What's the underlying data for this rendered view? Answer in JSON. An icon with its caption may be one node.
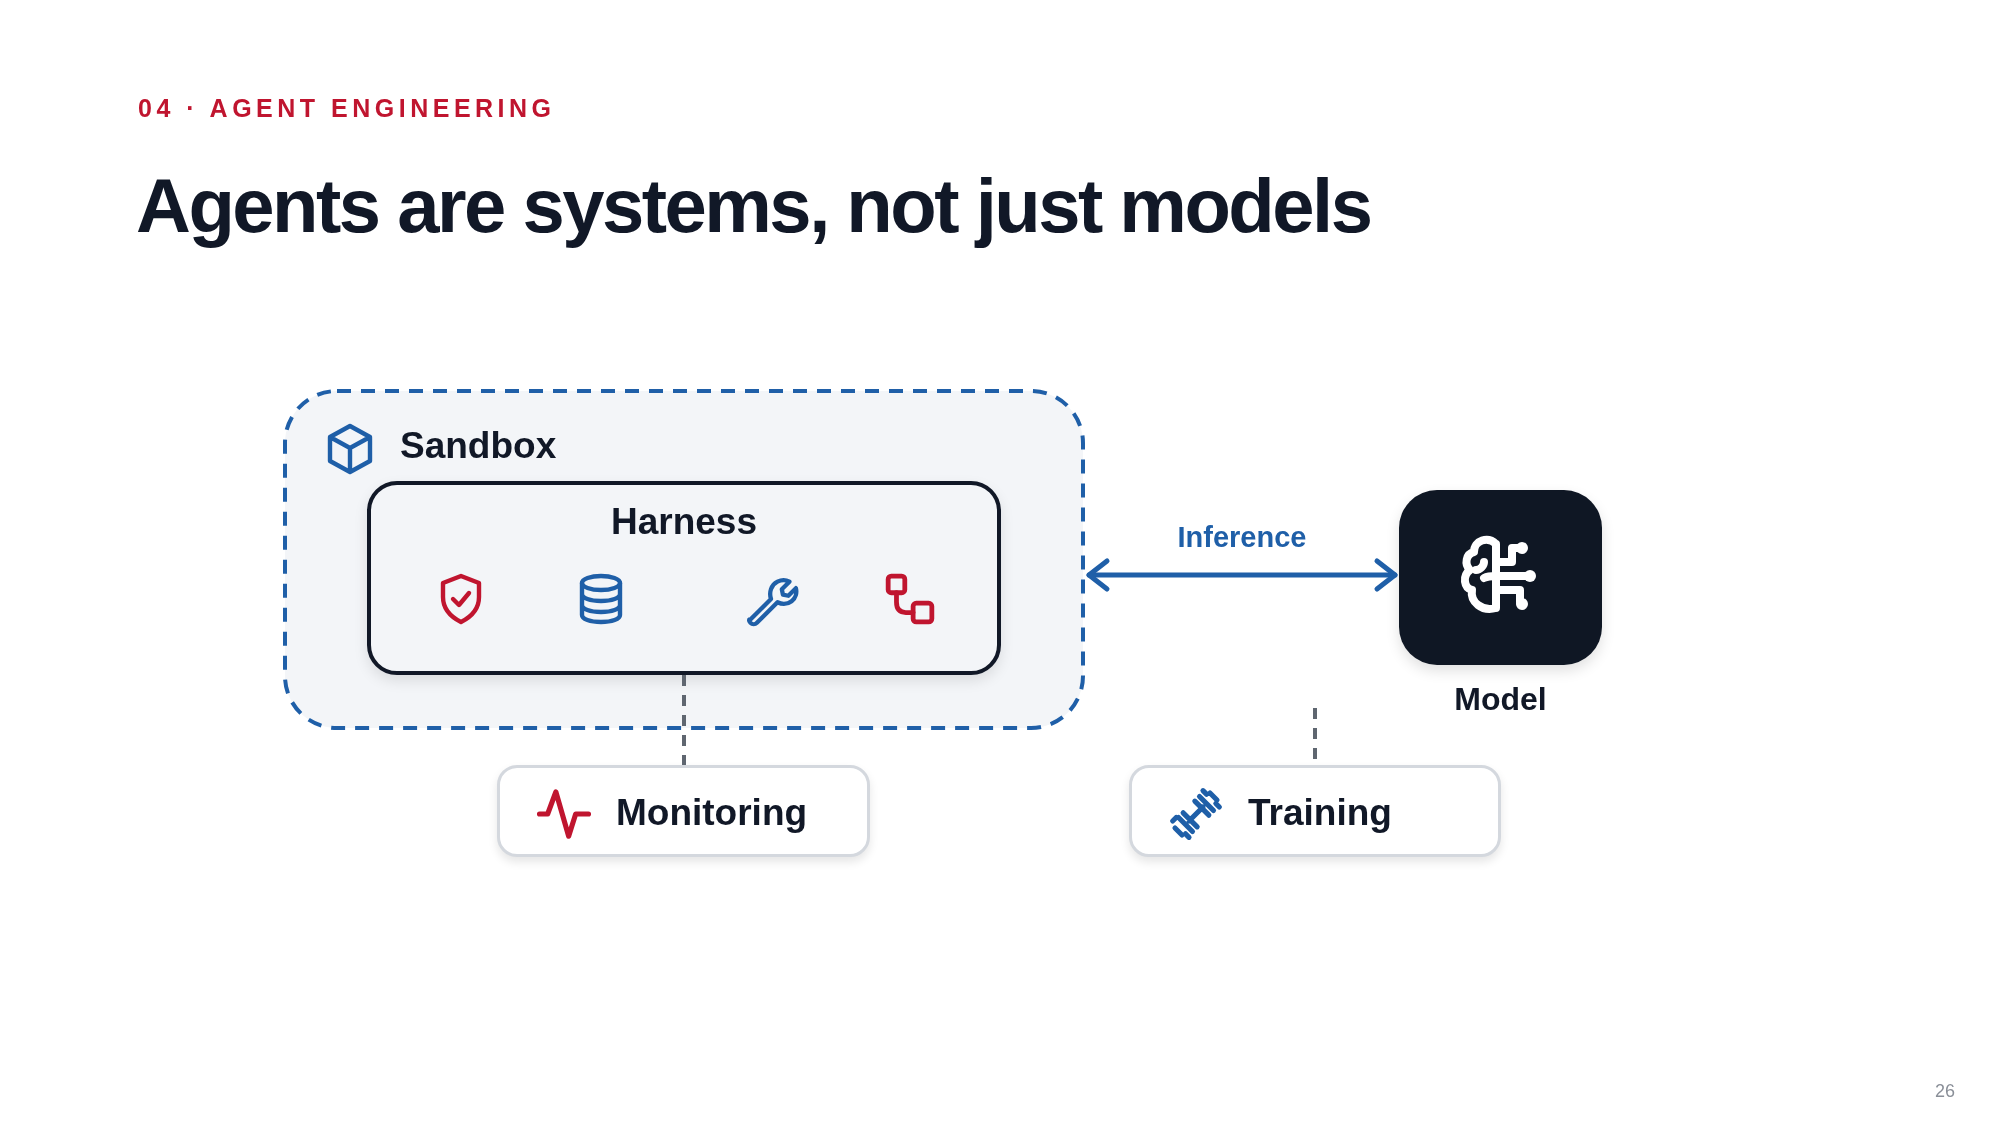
{
  "diagram": {
    "title": "Agents are systems, not just models",
    "nodes": [
      {
        "text": [
          "Sandbox"
        ]
      },
      {
        "text": [
          "Harness"
        ],
        "in": 0
      },
      {
        "text": [
          "Model"
        ]
      },
      {
        "text": [
          "Monitoring"
        ]
      },
      {
        "text": [
          "Training"
        ]
      }
    ],
    "edges": [
      {
        "from": 0,
        "to": 2,
        "arrow": "both",
        "label": "Inference",
        "color": "#1f5fa8"
      },
      {
        "from": 1,
        "to": 3,
        "arrow": "none",
        "style": "dashed",
        "color": "#5f6670"
      },
      {
        "from": null,
        "to": 4,
        "arrow": "none",
        "style": "dashed",
        "color": "#5f6670"
      }
    ],
    "labels": [
      "04 · AGENT ENGINEERING",
      "26"
    ]
  }
}
